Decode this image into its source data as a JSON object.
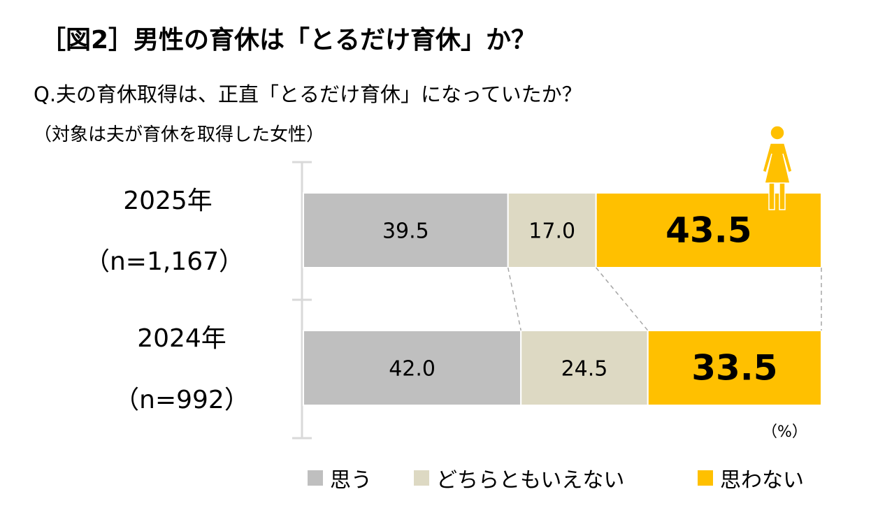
{
  "chart_data": {
    "type": "bar",
    "stacked": true,
    "orientation": "horizontal",
    "title": "［図2］男性の育休は「とるだけ育休」か？",
    "subtitle": "Q.夫の育休取得は、正直「とるだけ育休」になっていたか？",
    "note": "（対象は夫が育休を取得した女性）",
    "categories": [
      {
        "year": "2025年",
        "n": "（n=1,167）"
      },
      {
        "year": "2024年",
        "n": "（n=992）"
      }
    ],
    "series": [
      {
        "name": "思う",
        "values": [
          39.5,
          42.0
        ],
        "labels": [
          "39.5",
          "42.0"
        ],
        "color": "#bfbfbf"
      },
      {
        "name": "どちらともいえない",
        "values": [
          17.0,
          24.5
        ],
        "labels": [
          "17.0",
          "24.5"
        ],
        "color": "#ddd9c3"
      },
      {
        "name": "思わない",
        "values": [
          43.5,
          33.5
        ],
        "labels": [
          "43.5",
          "33.5"
        ],
        "color": "#ffc000"
      }
    ],
    "unit": "（%）",
    "xlim": [
      0,
      100
    ],
    "legend_position": "bottom"
  }
}
